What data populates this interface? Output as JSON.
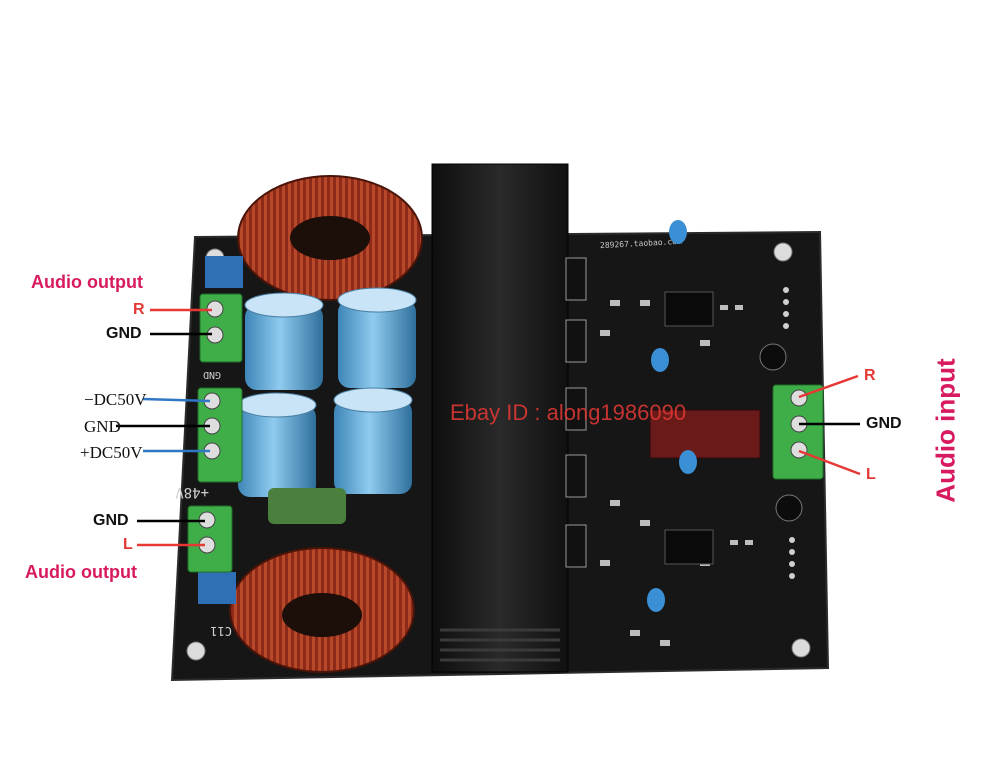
{
  "labels": {
    "audio_output_top": "Audio output",
    "audio_output_bottom": "Audio output",
    "audio_input": "Audio input",
    "out_r": "R",
    "out_gnd_top": "GND",
    "out_gnd_bottom": "GND",
    "out_l": "L",
    "neg_dc": "−DC50V",
    "power_gnd": "GND",
    "pos_dc": "+DC50V",
    "in_r": "R",
    "in_gnd": "GND",
    "in_l": "L"
  },
  "watermark": "Ebay ID : along1986090",
  "silkscreen": {
    "gnd": "GND",
    "plus48": "+48V",
    "c11": "C11",
    "url": "289267.taobao.com"
  },
  "colors": {
    "pcb": "#141414",
    "heatsink": "#1e1e1e",
    "terminal": "#3fae49",
    "coil": "#8e2a18",
    "capacitor": "#5aa7d6",
    "label_pink": "#d81b60",
    "label_red": "#e53935",
    "wire_blue": "#2f78c4"
  }
}
